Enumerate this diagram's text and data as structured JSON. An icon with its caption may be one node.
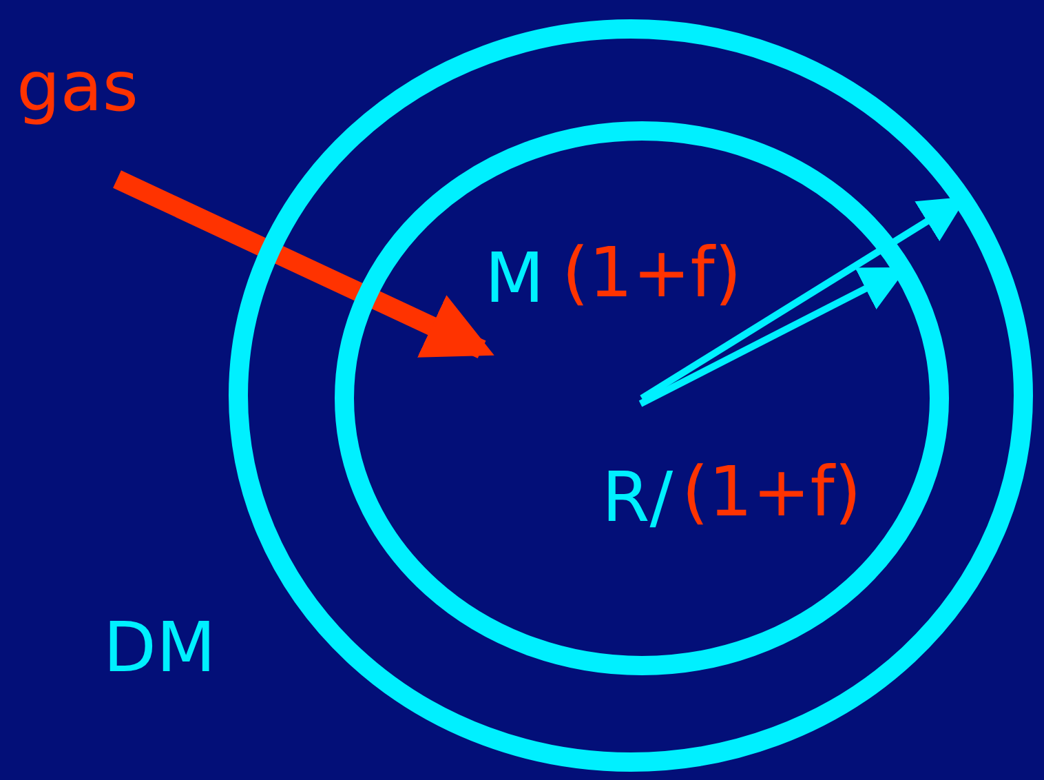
{
  "diagram": {
    "nodes": [
      {
        "text": [],
        "shape": "circle"
      },
      {
        "text": [],
        "shape": "circle",
        "in": 0
      }
    ],
    "edges": [
      {
        "from": null,
        "to": 1,
        "arrow": "to",
        "style": "thick",
        "color": "#ff3300"
      },
      {
        "from": 1,
        "to": 0,
        "arrow": "to"
      },
      {
        "from": null,
        "to": 1,
        "arrow": "to"
      }
    ],
    "labels": [
      "gas",
      "M",
      "(1+f)",
      "R/",
      "(1+f)",
      "DM"
    ]
  }
}
